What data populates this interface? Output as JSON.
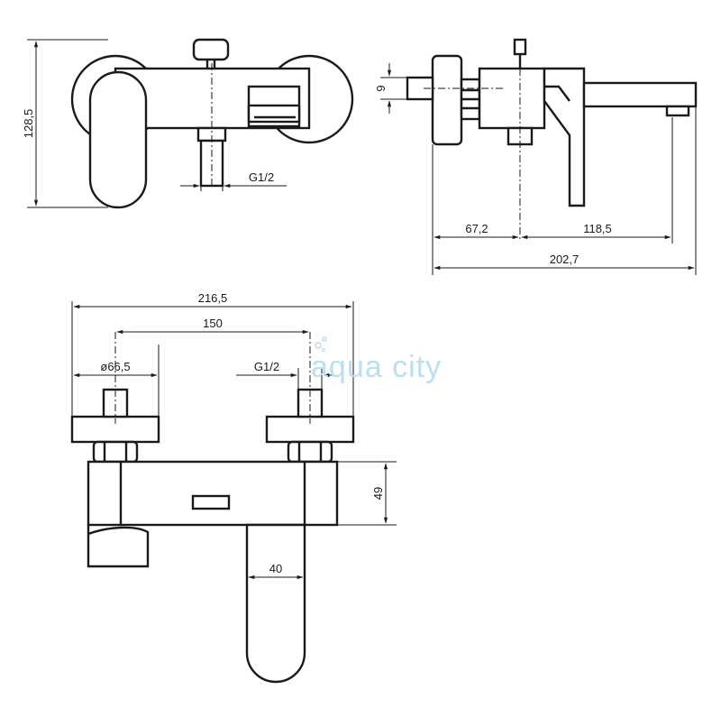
{
  "dimensions": {
    "height_total": "128,5",
    "thread_front": "G1/2",
    "offset_small": "9",
    "wall_to_axis": "67,2",
    "axis_to_spout": "118,5",
    "depth_total": "202,7",
    "width_total": "216,5",
    "spacing": "150",
    "rosette_diameter": "ø66,5",
    "thread_top": "G1/2",
    "body_height": "49",
    "handle_width": "40"
  },
  "watermark": {
    "text": "aqua city",
    "color": "#b9dff0"
  }
}
